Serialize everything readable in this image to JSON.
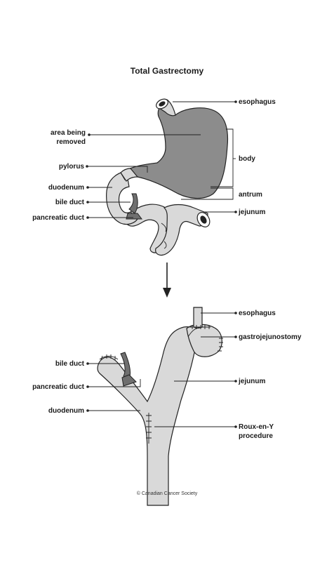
{
  "title": "Total Gastrectomy",
  "top_diagram": {
    "labels": {
      "esophagus": "esophagus",
      "area_removed_1": "area being",
      "area_removed_2": "removed",
      "body": "body",
      "pylorus": "pylorus",
      "duodenum": "duodenum",
      "antrum": "antrum",
      "bile_duct": "bile duct",
      "jejunum": "jejunum",
      "pancreatic_duct": "pancreatic duct"
    }
  },
  "bottom_diagram": {
    "labels": {
      "esophagus": "esophagus",
      "gastrojejunostomy": "gastrojejunostomy",
      "bile_duct": "bile duct",
      "jejunum": "jejunum",
      "pancreatic_duct": "pancreatic duct",
      "duodenum": "duodenum",
      "roux_1": "Roux-en-Y",
      "roux_2": "procedure"
    }
  },
  "credit": "© Canadian Cancer Society",
  "colors": {
    "removed_area": "#8c8c8c",
    "tissue": "#d9d9d9",
    "duct": "#6f6f6f",
    "line": "#222222"
  }
}
